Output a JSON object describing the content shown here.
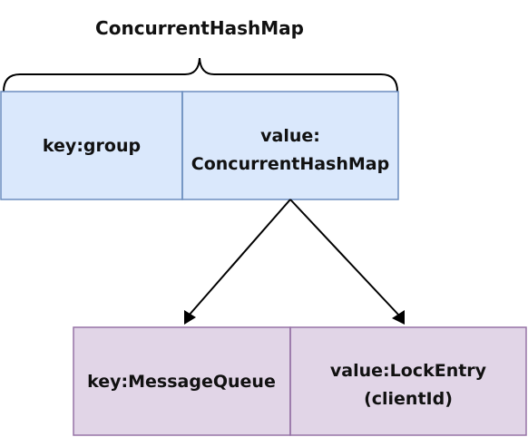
{
  "title": "ConcurrentHashMap",
  "outer_map": {
    "key_label": "key:group",
    "value_label_line1": "value:",
    "value_label_line2": "ConcurrentHashMap"
  },
  "inner_map": {
    "key_label": "key:MessageQueue",
    "value_label_line1": "value:LockEntry",
    "value_label_line2": "(clientId)"
  },
  "colors": {
    "outer_fill": "#dae8fc",
    "outer_stroke": "#6c8ebf",
    "inner_fill": "#e1d5e7",
    "inner_stroke": "#9673a6"
  }
}
